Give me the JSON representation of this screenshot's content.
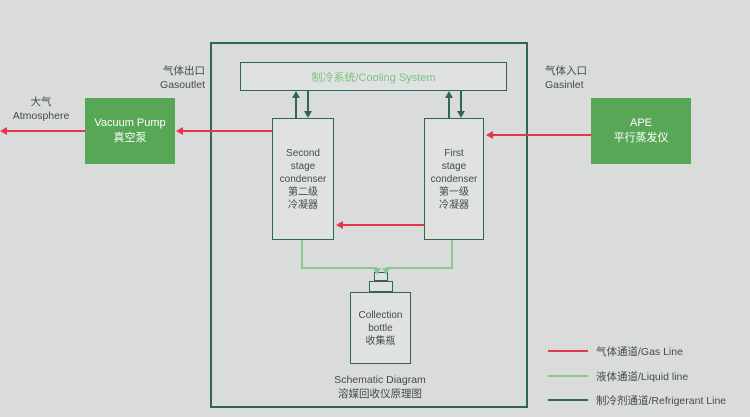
{
  "colors": {
    "bg": "#d9dcda",
    "dark_green": "#2f6753",
    "mid_green": "#57a757",
    "light_green": "#8cc88c",
    "red": "#e2394a",
    "text": "#464b47",
    "cooling_text": "#7cc47c",
    "box_fill": "#dfe2e0"
  },
  "system": {
    "cooling_system_label": "制冷系统/Cooling System",
    "second_condenser_label": "Second\nstage\ncondenser\n第二级\n冷凝器",
    "first_condenser_label": "First\nstage\ncondenser\n第一级\n冷凝器",
    "collection_bottle_label": "Collection\nbottle\n收集瓶",
    "caption": "Schematic Diagram\n溶媒回收仪原理图"
  },
  "external": {
    "atmosphere_label": "大气\nAtmosphere",
    "gas_outlet_label": "气体出口\nGasoutlet",
    "vacuum_pump_label": "Vacuum Pump\n真空泵",
    "gas_inlet_label": "气体入口\nGasinlet",
    "ape_label": "APE\n平行蒸发仪"
  },
  "legend": {
    "items": [
      {
        "name": "gas-line",
        "label": "气体通道/Gas Line",
        "color": "#e2394a"
      },
      {
        "name": "liquid-line",
        "label": "液体通道/Liquid line",
        "color": "#8cc88c"
      },
      {
        "name": "refrigerant-line",
        "label": "制冷剂通道/Refrigerant Line",
        "color": "#2f6753"
      }
    ]
  }
}
